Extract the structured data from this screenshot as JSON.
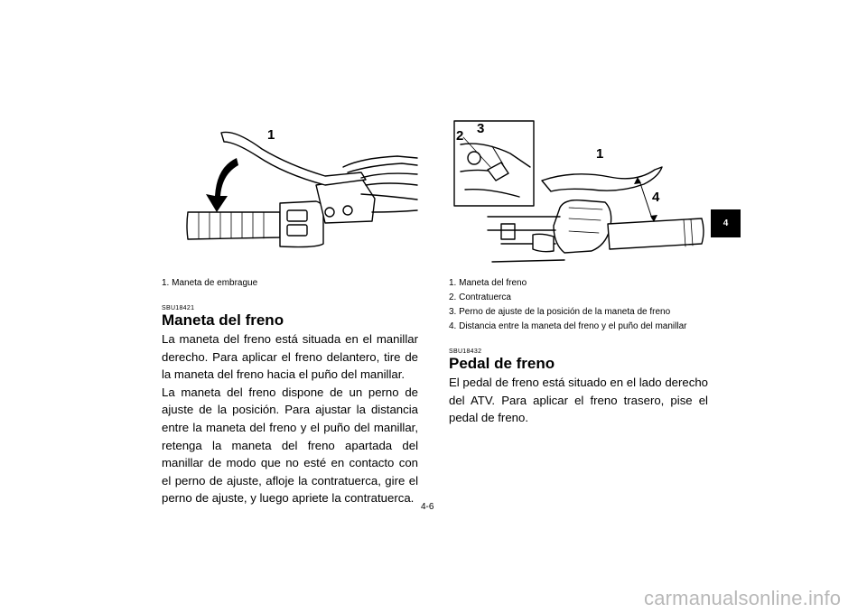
{
  "chapter_tab": "4",
  "page_number": "4-6",
  "left_figure": {
    "callouts": [
      "1"
    ],
    "captions": [
      "1.  Maneta de embrague"
    ]
  },
  "right_figure": {
    "callouts": [
      "2",
      "3",
      "1",
      "4"
    ],
    "captions": [
      "1.  Maneta del freno",
      "2.  Contratuerca",
      "3.  Perno de ajuste de la posición de la maneta de freno",
      "4.  Distancia entre la maneta del freno y el puño del manillar"
    ]
  },
  "section_brake_lever": {
    "code": "SBU18421",
    "title": "Maneta del freno",
    "paragraphs": [
      "La maneta del freno está situada en el manillar derecho. Para aplicar el freno delantero, tire de la maneta del freno hacia el puño del manillar.",
      "La maneta del freno dispone de un perno de ajuste de la posición. Para ajustar la distancia entre la maneta del freno y el puño del manillar, retenga la maneta del freno apartada del manillar de modo que no esté en contacto con el perno de ajuste, afloje la contratuerca, gire el perno de ajuste, y luego apriete la contratuerca."
    ]
  },
  "section_brake_pedal": {
    "code": "SBU18432",
    "title": "Pedal de freno",
    "paragraphs": [
      "El pedal de freno está situado en el lado derecho del ATV. Para aplicar el freno trasero, pise el pedal de freno."
    ]
  },
  "watermark": "carmanualsonline.info"
}
